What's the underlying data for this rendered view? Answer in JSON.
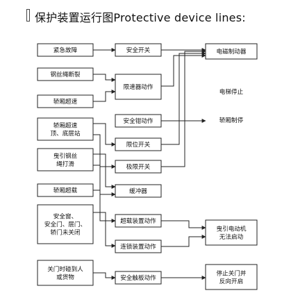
{
  "title": "保护装置运行图Protective device lines:",
  "nodes": {
    "emergency_fault": [
      "紧急故障"
    ],
    "wire_break": [
      "钢丝绳断裂"
    ],
    "car_overspeed": [
      "轿厢超速"
    ],
    "car_overspeed_floor": [
      "轿厢超速",
      "顶、底层站"
    ],
    "traction_slip": [
      "曳引钢丝",
      "绳打滑"
    ],
    "car_overload": [
      "轿厢超载"
    ],
    "doors_open": [
      "安全窗、",
      "安全门、层门、",
      "轿门未关闭"
    ],
    "door_obstruction": [
      "关门时碰到人",
      "或货物"
    ],
    "safety_switch": [
      "安全开关"
    ],
    "governor_action": [
      "限速器动作"
    ],
    "safety_gear_action": [
      "安全钳动作"
    ],
    "limit_switch": [
      "限位开关"
    ],
    "final_limit_switch": [
      "极限开关"
    ],
    "buffer": [
      "缓冲器"
    ],
    "overload_device": [
      "超载装置动作"
    ],
    "interlock_device": [
      "连锁装置动作"
    ],
    "safety_edge": [
      "安全触板动作"
    ],
    "electromagnetic_brake": [
      "电磁制动器"
    ],
    "elevator_stop": [
      "电梯停止"
    ],
    "car_braking": [
      "轿厢制停"
    ],
    "motor_cannot_start": [
      "曳引电动机",
      "无法启动"
    ],
    "stop_and_reopen": [
      "停止关门并",
      "反向开启"
    ]
  }
}
